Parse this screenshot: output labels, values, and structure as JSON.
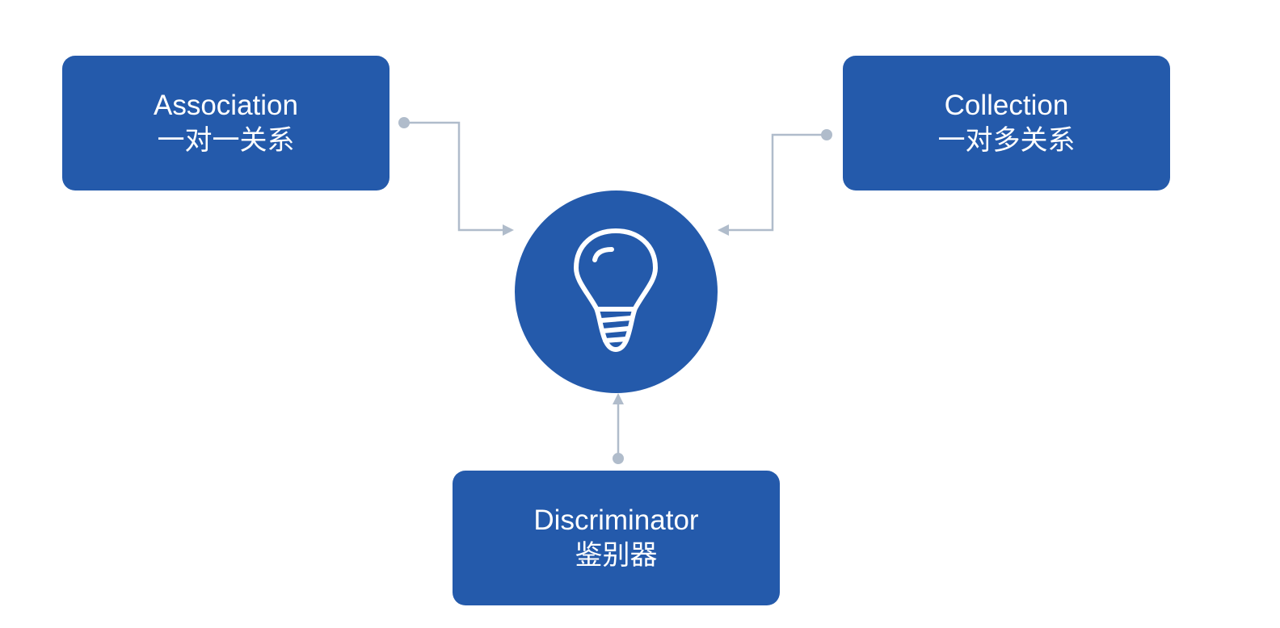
{
  "diagram": {
    "hub": {
      "icon": "lightbulb-icon"
    },
    "nodes": [
      {
        "id": "association",
        "title": "Association",
        "subtitle": "一对一关系"
      },
      {
        "id": "collection",
        "title": "Collection",
        "subtitle": "一对多关系"
      },
      {
        "id": "discriminator",
        "title": "Discriminator",
        "subtitle": "鉴别器"
      }
    ],
    "colors": {
      "node_fill": "#245aab",
      "connector": "#b0bccb",
      "text": "#ffffff"
    }
  }
}
